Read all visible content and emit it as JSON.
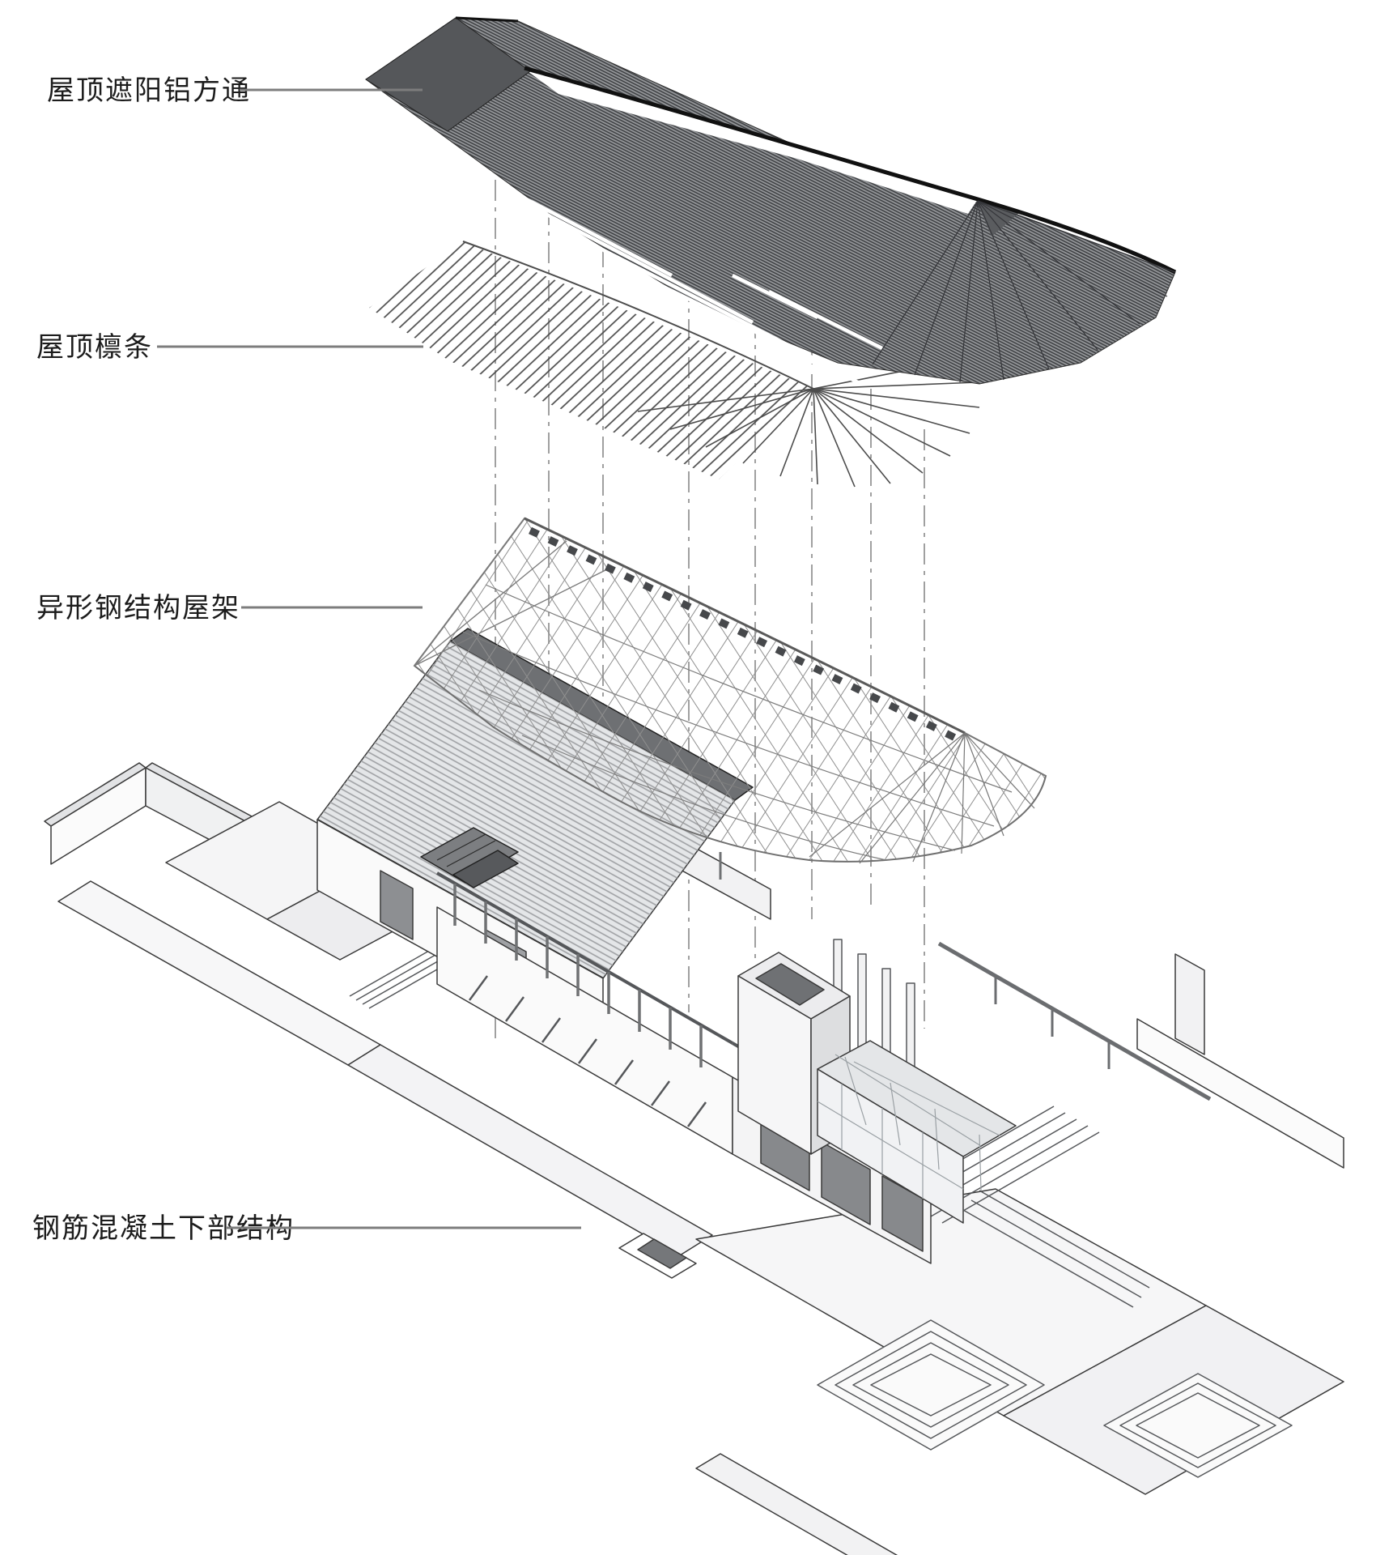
{
  "diagram": {
    "type": "exploded-axonometric-architecture-diagram",
    "labels": [
      {
        "id": "roof-aluminum-louvers",
        "text": "屋顶遮阳铝方通"
      },
      {
        "id": "roof-purlins",
        "text": "屋顶檩条"
      },
      {
        "id": "steel-roof-truss",
        "text": "异形钢结构屋架"
      },
      {
        "id": "rc-substructure",
        "text": "钢筋混凝土下部结构"
      }
    ],
    "colors": {
      "background": "#ffffff",
      "ink": "#1c1c1c",
      "leader_line": "#7d7d7d",
      "roof_dark_face": "#55575a",
      "roof_hatch_base": "#95979a",
      "hatch_line": "#3f4144",
      "purlin_line": "#4a4a4a",
      "truss_line": "#7c7c7c",
      "building_fill": "#f6f6f7",
      "building_stroke": "#3a3a3a",
      "opening_dark": "#87898c"
    }
  }
}
